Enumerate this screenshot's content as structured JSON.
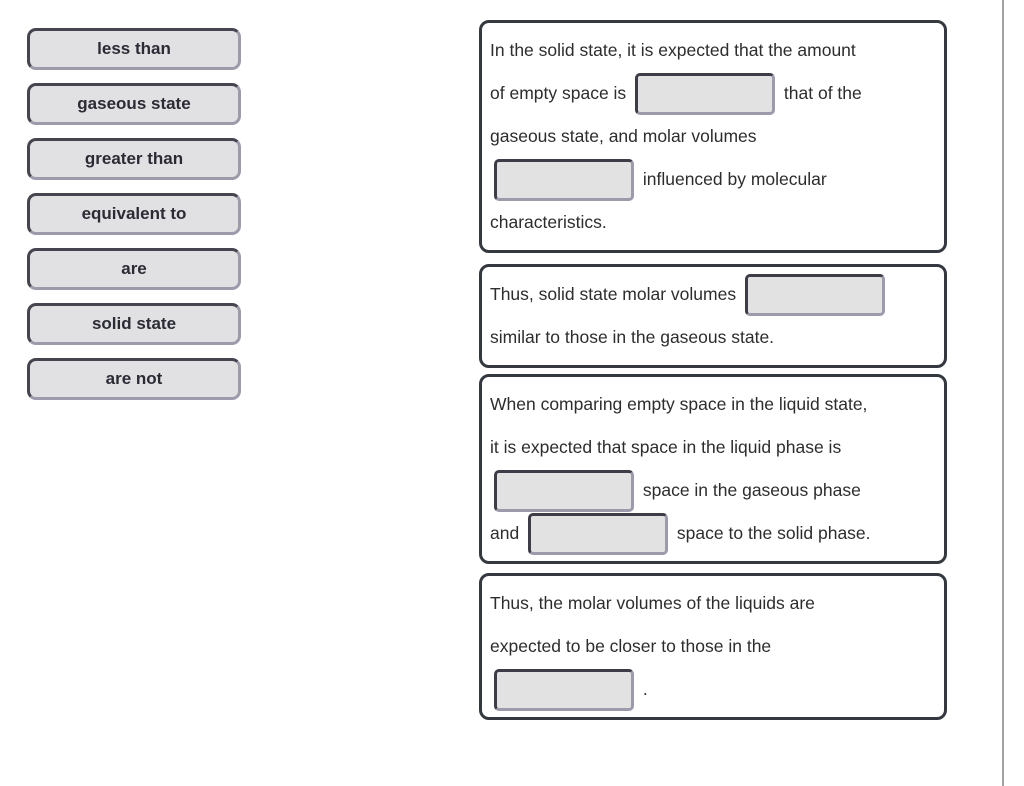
{
  "colors": {
    "token_fill": "#e1e1e3",
    "token_border_dark": "#45454f",
    "token_border_light": "#9b9bac",
    "panel_border": "#33393f",
    "slot_fill": "#e2e2e2",
    "slot_border_dark": "#3d3d47",
    "slot_border_light": "#9b9bac",
    "divider": "#a2a2a2"
  },
  "tokens": [
    {
      "label": "less than"
    },
    {
      "label": "gaseous state"
    },
    {
      "label": "greater than"
    },
    {
      "label": "equivalent to"
    },
    {
      "label": "are"
    },
    {
      "label": "solid state"
    },
    {
      "label": "are not"
    }
  ],
  "panels": [
    {
      "name": "question-box-solid-empty-space",
      "lines": [
        [
          {
            "text": "In the solid state, it is expected that the amount"
          }
        ],
        [
          {
            "text": "of empty space is "
          },
          {
            "blank": true
          },
          {
            "text": " that of the"
          }
        ],
        [
          {
            "text": "gaseous state, and molar volumes"
          }
        ],
        [
          {
            "blank": true
          },
          {
            "text": " influenced by molecular"
          }
        ],
        [
          {
            "text": "characteristics."
          }
        ]
      ]
    },
    {
      "name": "question-box-solid-molar-volumes",
      "lines": [
        [
          {
            "text": "Thus, solid state molar volumes "
          },
          {
            "blank": true
          }
        ],
        [
          {
            "text": "similar to those in the gaseous state."
          }
        ]
      ]
    },
    {
      "name": "question-box-liquid-empty-space",
      "lines": [
        [
          {
            "text": "When comparing empty space in the liquid state,"
          }
        ],
        [
          {
            "text": "it is expected that space in the liquid phase is"
          }
        ],
        [
          {
            "blank": true
          },
          {
            "text": " space in the gaseous phase"
          }
        ],
        [
          {
            "text": "and "
          },
          {
            "blank": true
          },
          {
            "text": " space to the solid phase."
          }
        ]
      ]
    },
    {
      "name": "question-box-liquid-molar-volumes",
      "lines": [
        [
          {
            "text": "Thus, the molar volumes of the liquids are"
          }
        ],
        [
          {
            "text": "expected to be closer to those in the"
          }
        ],
        [
          {
            "blank": true
          },
          {
            "text": " ."
          }
        ]
      ]
    }
  ]
}
